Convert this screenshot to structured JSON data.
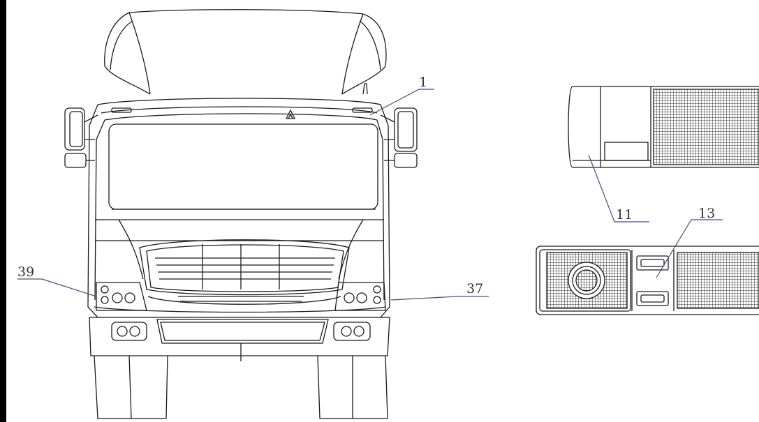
{
  "figure": {
    "callouts": {
      "label_1": "1",
      "label_11": "11",
      "label_13": "13",
      "label_37": "37",
      "label_39": "39"
    },
    "colors": {
      "line": "#1a1a1a",
      "mesh": "#3a3a3a",
      "background": "#ffffff",
      "border": "#000000"
    }
  }
}
